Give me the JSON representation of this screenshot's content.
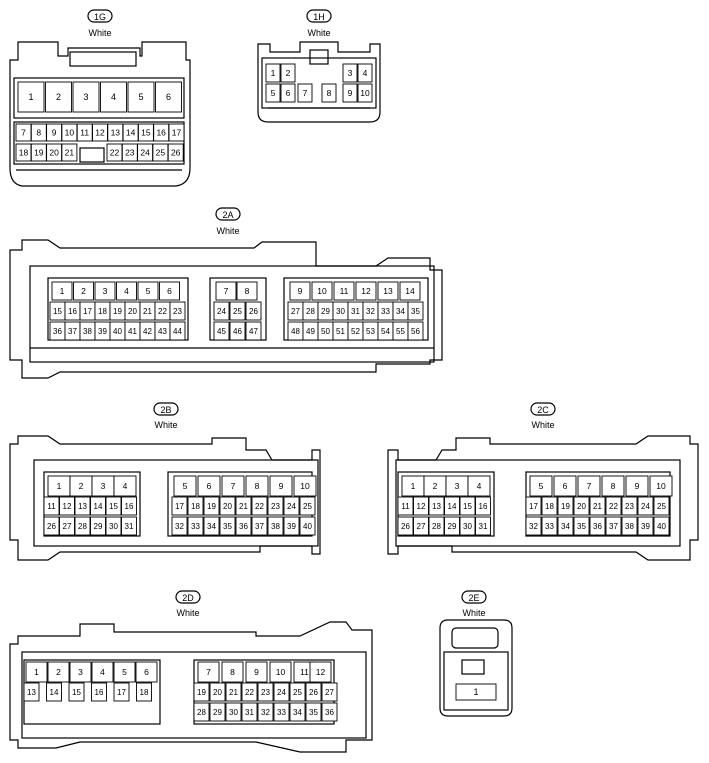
{
  "connectors": [
    {
      "id": "1G",
      "color": "White",
      "rows": [
        [
          "1",
          "2",
          "3",
          "4",
          "5",
          "6"
        ],
        [
          "7",
          "8",
          "9",
          "10",
          "11",
          "12",
          "13",
          "14",
          "15",
          "16",
          "17"
        ],
        [
          "18",
          "19",
          "20",
          "21",
          "",
          "22",
          "23",
          "24",
          "25",
          "26"
        ]
      ]
    },
    {
      "id": "1H",
      "color": "White",
      "rows": [
        [
          "1",
          "2",
          "",
          "",
          "3",
          "4"
        ],
        [
          "5",
          "6",
          "7",
          "8",
          "9",
          "10"
        ]
      ]
    },
    {
      "id": "2A",
      "color": "White",
      "rows": [
        [
          "1",
          "2",
          "3",
          "4",
          "5",
          "6",
          "7",
          "8",
          "9",
          "10",
          "11",
          "12",
          "13",
          "14"
        ],
        [
          "15",
          "16",
          "17",
          "18",
          "19",
          "20",
          "21",
          "22",
          "23",
          "24",
          "25",
          "26",
          "27",
          "28",
          "29",
          "30",
          "31",
          "32",
          "33",
          "34",
          "35"
        ],
        [
          "36",
          "37",
          "38",
          "39",
          "40",
          "41",
          "42",
          "43",
          "44",
          "45",
          "46",
          "47",
          "48",
          "49",
          "50",
          "51",
          "52",
          "53",
          "54",
          "55",
          "56"
        ]
      ]
    },
    {
      "id": "2B",
      "color": "White",
      "rows": [
        [
          "1",
          "2",
          "3",
          "4",
          "5",
          "6",
          "7",
          "8",
          "9",
          "10"
        ],
        [
          "11",
          "12",
          "13",
          "14",
          "15",
          "16",
          "17",
          "18",
          "19",
          "20",
          "21",
          "22",
          "23",
          "24",
          "25"
        ],
        [
          "26",
          "27",
          "28",
          "29",
          "30",
          "31",
          "32",
          "33",
          "34",
          "35",
          "36",
          "37",
          "38",
          "39",
          "40"
        ]
      ]
    },
    {
      "id": "2C",
      "color": "White",
      "rows": [
        [
          "1",
          "2",
          "3",
          "4",
          "5",
          "6",
          "7",
          "8",
          "9",
          "10"
        ],
        [
          "11",
          "12",
          "13",
          "14",
          "15",
          "16",
          "17",
          "18",
          "19",
          "20",
          "21",
          "22",
          "23",
          "24",
          "25"
        ],
        [
          "26",
          "27",
          "28",
          "29",
          "30",
          "31",
          "32",
          "33",
          "34",
          "35",
          "36",
          "37",
          "38",
          "39",
          "40"
        ]
      ]
    },
    {
      "id": "2D",
      "color": "White",
      "rows": [
        [
          "1",
          "2",
          "3",
          "4",
          "5",
          "6",
          "7",
          "8",
          "9",
          "10",
          "11",
          "12"
        ],
        [
          "13",
          "14",
          "15",
          "16",
          "17",
          "18",
          "19",
          "20",
          "21",
          "22",
          "23",
          "24",
          "25",
          "26",
          "27"
        ],
        [
          "28",
          "29",
          "30",
          "31",
          "32",
          "33",
          "34",
          "35",
          "36"
        ]
      ]
    },
    {
      "id": "2E",
      "color": "White",
      "rows": [
        [
          "1"
        ]
      ]
    }
  ]
}
